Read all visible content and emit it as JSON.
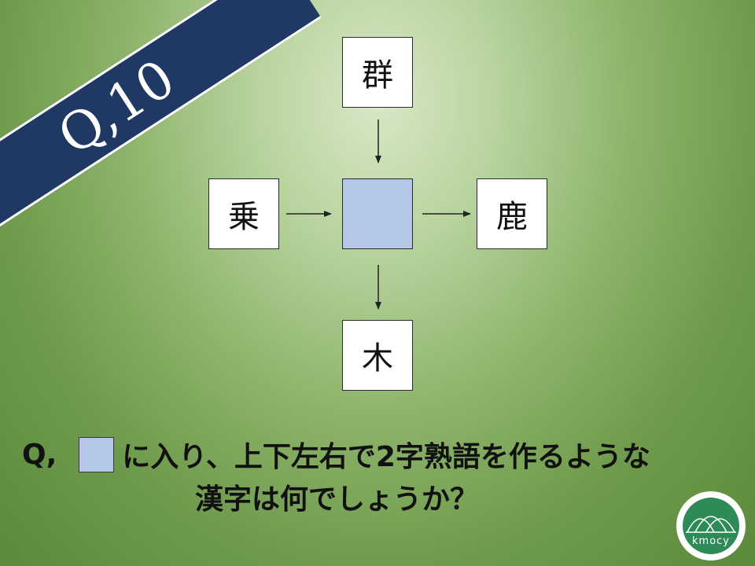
{
  "banner": {
    "label": "Q,10"
  },
  "puzzle": {
    "top": "群",
    "left": "乗",
    "right": "鹿",
    "bottom": "木",
    "center": ""
  },
  "question": {
    "label": "Q,",
    "line1_text": "に入り、上下左右で2字熟語を作るような",
    "line2_text": "漢字は何でしょうか？"
  },
  "logo": {
    "text": "kmocy"
  },
  "colors": {
    "banner": "#1f3864",
    "blank_box": "#b4c7e7",
    "logo": "#2e8b57"
  }
}
